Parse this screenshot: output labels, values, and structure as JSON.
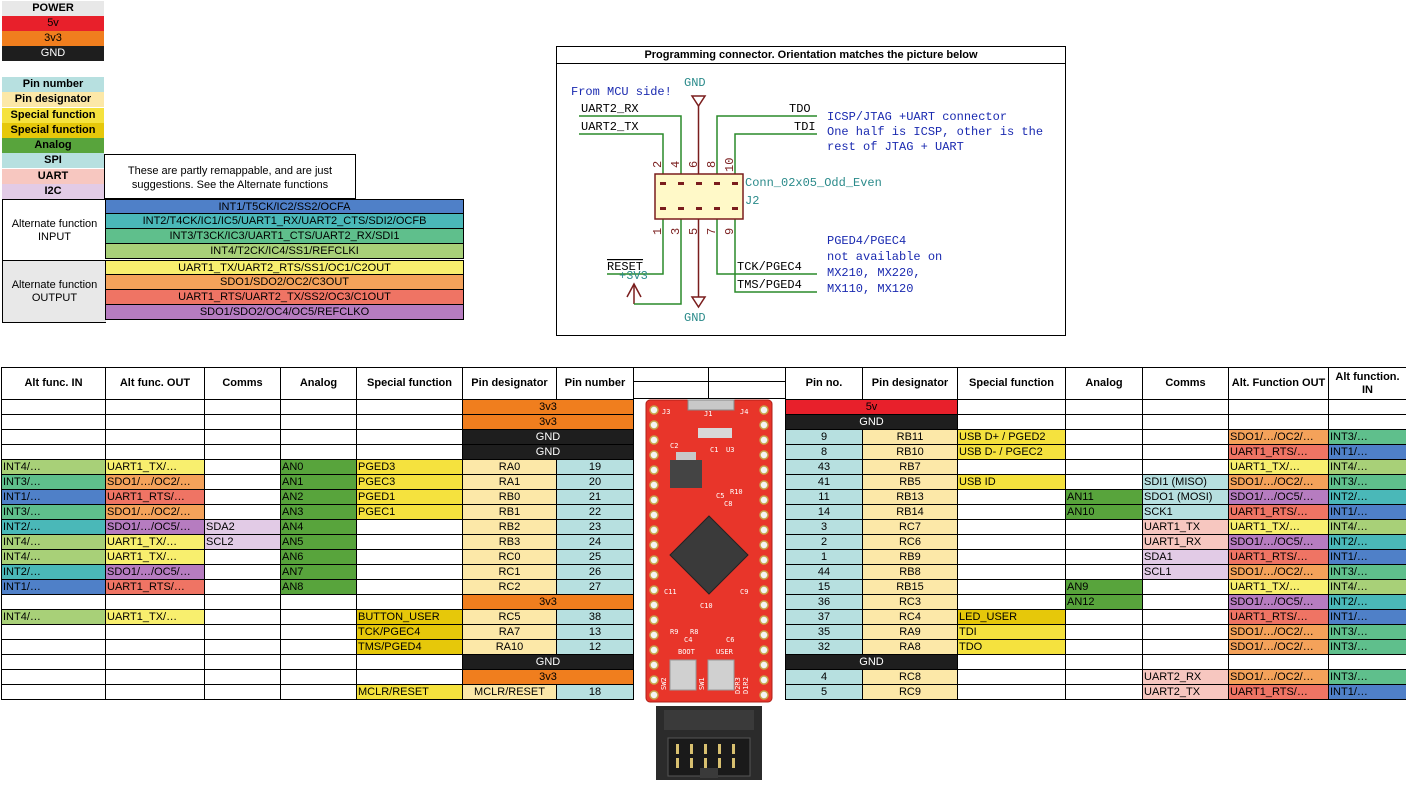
{
  "colors": {
    "power_5v": "#e8202b",
    "power_3v3": "#f07e1e",
    "gnd": "#1e1e1e",
    "pin_number": "#b7e0e0",
    "pin_designator": "#fce8a8",
    "special_function": "#f5e23e",
    "special_function2": "#e6c80a",
    "analog": "#58a43c",
    "spi": "#b7e0e0",
    "uart": "#f7c7c0",
    "i2c": "#e2cbe6",
    "in1": "#4f80c8",
    "in2": "#4ab8b8",
    "in3": "#5fbf8c",
    "in4": "#a8d078",
    "out1": "#f8ef6e",
    "out2": "#f4a25a",
    "out3": "#ef7464",
    "out4": "#b67cc0"
  },
  "legend": {
    "power_title": "POWER",
    "power": [
      "5v",
      "3v3",
      "GND"
    ],
    "types": [
      "Pin number",
      "Pin designator",
      "Special function",
      "Special function",
      "Analog",
      "SPI",
      "UART",
      "I2C"
    ],
    "note": "These are partly remappable, and are just suggestions. See the Alternate functions",
    "alt_in_label": "Alternate function INPUT",
    "alt_in": [
      "INT1/T5CK/IC2/SS2/OCFA",
      "INT2/T4CK/IC1/IC5/UART1_RX/UART2_CTS/SDI2/OCFB",
      "INT3/T3CK/IC3/UART1_CTS/UART2_RX/SDI1",
      "INT4/T2CK/IC4/SS1/REFCLKI"
    ],
    "alt_out_label": "Alternate function OUTPUT",
    "alt_out": [
      "UART1_TX/UART2_RTS/SS1/OC1/C2OUT",
      "SDO1/SDO2/OC2/C3OUT",
      "UART1_RTS/UART2_TX/SS2/OC3/C1OUT",
      "SDO1/SDO2/OC4/OC5/REFCLKO"
    ]
  },
  "programming": {
    "title": "Programming connector. Orientation matches the picture below",
    "from_mcu": "From MCU side!",
    "gnd_top": "GND",
    "gnd_bottom": "GND",
    "uart2_rx": "UART2_RX",
    "uart2_tx": "UART2_TX",
    "tdo": "TDO",
    "tdi": "TDI",
    "reset": "RESET",
    "v33": "+3V3",
    "tck": "TCK/PGEC4",
    "tms": "TMS/PGED4",
    "part": "Conn_02x05_Odd_Even",
    "ref": "J2",
    "desc": [
      "ICSP/JTAG +UART connector",
      "One half is ICSP, other is the",
      "rest of JTAG + UART"
    ],
    "note": [
      "PGED4/PGEC4",
      "not available on",
      "MX210, MX220,",
      "MX110, MX120"
    ],
    "pins_top": [
      "2",
      "4",
      "6",
      "8",
      "10"
    ],
    "pins_bottom": [
      "1",
      "3",
      "5",
      "7",
      "9"
    ]
  },
  "left_headers": [
    "Alt func. IN",
    "Alt func. OUT",
    "Comms",
    "Analog",
    "Special function",
    "Pin designator",
    "Pin number"
  ],
  "right_headers": [
    "Pin no.",
    "Pin designator",
    "Special function",
    "Analog",
    "Comms",
    "Alt. Function OUT",
    "Alt function. IN"
  ],
  "left_rows": [
    {
      "span": "3v3",
      "spanc": "power_3v3"
    },
    {
      "span": "3v3",
      "spanc": "power_3v3"
    },
    {
      "span": "GND",
      "spanc": "gnd"
    },
    {
      "span": "GND",
      "spanc": "gnd"
    },
    {
      "in": "INT4/…",
      "inc": "in4",
      "out": "UART1_TX/…",
      "outc": "out1",
      "comms": "",
      "an": "AN0",
      "sf": "PGED3",
      "pd": "RA0",
      "pn": "19"
    },
    {
      "in": "INT3/…",
      "inc": "in3",
      "out": "SDO1/…/OC2/…",
      "outc": "out2",
      "comms": "",
      "an": "AN1",
      "sf": "PGEC3",
      "pd": "RA1",
      "pn": "20"
    },
    {
      "in": "INT1/…",
      "inc": "in1",
      "out": "UART1_RTS/…",
      "outc": "out3",
      "comms": "",
      "an": "AN2",
      "sf": "PGED1",
      "pd": "RB0",
      "pn": "21"
    },
    {
      "in": "INT3/…",
      "inc": "in3",
      "out": "SDO1/…/OC2/…",
      "outc": "out2",
      "comms": "",
      "an": "AN3",
      "sf": "PGEC1",
      "pd": "RB1",
      "pn": "22"
    },
    {
      "in": "INT2/…",
      "inc": "in2",
      "out": "SDO1/…/OC5/…",
      "outc": "out4",
      "comms": "SDA2",
      "an": "AN4",
      "sf": "",
      "pd": "RB2",
      "pn": "23"
    },
    {
      "in": "INT4/…",
      "inc": "in4",
      "out": "UART1_TX/…",
      "outc": "out1",
      "comms": "SCL2",
      "an": "AN5",
      "sf": "",
      "pd": "RB3",
      "pn": "24"
    },
    {
      "in": "INT4/…",
      "inc": "in4",
      "out": "UART1_TX/…",
      "outc": "out1",
      "comms": "",
      "an": "AN6",
      "sf": "",
      "pd": "RC0",
      "pn": "25"
    },
    {
      "in": "INT2/…",
      "inc": "in2",
      "out": "SDO1/…/OC5/…",
      "outc": "out4",
      "comms": "",
      "an": "AN7",
      "sf": "",
      "pd": "RC1",
      "pn": "26"
    },
    {
      "in": "INT1/…",
      "inc": "in1",
      "out": "UART1_RTS/…",
      "outc": "out3",
      "comms": "",
      "an": "AN8",
      "sf": "",
      "pd": "RC2",
      "pn": "27"
    },
    {
      "span": "3v3",
      "spanc": "power_3v3"
    },
    {
      "in": "INT4/…",
      "inc": "in4",
      "out": "UART1_TX/…",
      "outc": "out1",
      "comms": "",
      "an": "",
      "sf": "BUTTON_USER",
      "pd": "RC5",
      "pn": "38"
    },
    {
      "in": "",
      "out": "",
      "comms": "",
      "an": "",
      "sf": "TCK/PGEC4",
      "pd": "RA7",
      "pn": "13"
    },
    {
      "in": "",
      "out": "",
      "comms": "",
      "an": "",
      "sf": "TMS/PGED4",
      "pd": "RA10",
      "pn": "12"
    },
    {
      "span": "GND",
      "spanc": "gnd"
    },
    {
      "span": "3v3",
      "spanc": "power_3v3"
    },
    {
      "in": "",
      "out": "",
      "comms": "",
      "an": "",
      "sf": "MCLR/RESET",
      "pd": "MCLR/RESET",
      "pn": "18"
    }
  ],
  "right_rows": [
    {
      "span": "5v",
      "spanc": "power_5v"
    },
    {
      "span": "GND",
      "spanc": "gnd"
    },
    {
      "pn": "9",
      "pd": "RB11",
      "sf": "USB D+ / PGED2",
      "an": "",
      "comms": "",
      "commsc": "",
      "out": "SDO1/…/OC2/…",
      "outc": "out2",
      "in": "INT3/…",
      "inc": "in3"
    },
    {
      "pn": "8",
      "pd": "RB10",
      "sf": "USB D- / PGEC2",
      "an": "",
      "comms": "",
      "commsc": "",
      "out": "UART1_RTS/…",
      "outc": "out3",
      "in": "INT1/…",
      "inc": "in1"
    },
    {
      "pn": "43",
      "pd": "RB7",
      "sf": "",
      "an": "",
      "comms": "",
      "commsc": "",
      "out": "UART1_TX/…",
      "outc": "out1",
      "in": "INT4/…",
      "inc": "in4"
    },
    {
      "pn": "41",
      "pd": "RB5",
      "sf": "USB ID",
      "an": "",
      "comms": "SDI1 (MISO)",
      "commsc": "spi",
      "out": "SDO1/…/OC2/…",
      "outc": "out2",
      "in": "INT3/…",
      "inc": "in3"
    },
    {
      "pn": "11",
      "pd": "RB13",
      "sf": "",
      "an": "AN11",
      "comms": "SDO1 (MOSI)",
      "commsc": "spi",
      "out": "SDO1/…/OC5/…",
      "outc": "out4",
      "in": "INT2/…",
      "inc": "in2"
    },
    {
      "pn": "14",
      "pd": "RB14",
      "sf": "",
      "an": "AN10",
      "comms": "SCK1",
      "commsc": "spi",
      "out": "UART1_RTS/…",
      "outc": "out3",
      "in": "INT1/…",
      "inc": "in1"
    },
    {
      "pn": "3",
      "pd": "RC7",
      "sf": "",
      "an": "",
      "comms": "UART1_TX",
      "commsc": "uart",
      "out": "UART1_TX/…",
      "outc": "out1",
      "in": "INT4/…",
      "inc": "in4"
    },
    {
      "pn": "2",
      "pd": "RC6",
      "sf": "",
      "an": "",
      "comms": "UART1_RX",
      "commsc": "uart",
      "out": "SDO1/…/OC5/…",
      "outc": "out4",
      "in": "INT2/…",
      "inc": "in2"
    },
    {
      "pn": "1",
      "pd": "RB9",
      "sf": "",
      "an": "",
      "comms": "SDA1",
      "commsc": "i2c",
      "out": "UART1_RTS/…",
      "outc": "out3",
      "in": "INT1/…",
      "inc": "in1"
    },
    {
      "pn": "44",
      "pd": "RB8",
      "sf": "",
      "an": "",
      "comms": "SCL1",
      "commsc": "i2c",
      "out": "SDO1/…/OC2/…",
      "outc": "out2",
      "in": "INT3/…",
      "inc": "in3"
    },
    {
      "pn": "15",
      "pd": "RB15",
      "sf": "",
      "an": "AN9",
      "comms": "",
      "commsc": "",
      "out": "UART1_TX/…",
      "outc": "out1",
      "in": "INT4/…",
      "inc": "in4"
    },
    {
      "pn": "36",
      "pd": "RC3",
      "sf": "",
      "an": "AN12",
      "comms": "",
      "commsc": "",
      "out": "SDO1/…/OC5/…",
      "outc": "out4",
      "in": "INT2/…",
      "inc": "in2"
    },
    {
      "pn": "37",
      "pd": "RC4",
      "sf": "LED_USER",
      "an": "",
      "comms": "",
      "commsc": "",
      "out": "UART1_RTS/…",
      "outc": "out3",
      "in": "INT1/…",
      "inc": "in1"
    },
    {
      "pn": "35",
      "pd": "RA9",
      "sf": "TDI",
      "an": "",
      "comms": "",
      "commsc": "",
      "out": "SDO1/…/OC2/…",
      "outc": "out2",
      "in": "INT3/…",
      "inc": "in3"
    },
    {
      "pn": "32",
      "pd": "RA8",
      "sf": "TDO",
      "an": "",
      "comms": "",
      "commsc": "",
      "out": "SDO1/…/OC2/…",
      "outc": "out2",
      "in": "INT3/…",
      "inc": "in3"
    },
    {
      "span": "GND",
      "spanc": "gnd"
    },
    {
      "pn": "4",
      "pd": "RC8",
      "sf": "",
      "an": "",
      "comms": "UART2_RX",
      "commsc": "uart",
      "out": "SDO1/…/OC2/…",
      "outc": "out2",
      "in": "INT3/…",
      "inc": "in3"
    },
    {
      "pn": "5",
      "pd": "RC9",
      "sf": "",
      "an": "",
      "comms": "UART2_TX",
      "commsc": "uart",
      "out": "UART1_RTS/…",
      "outc": "out3",
      "in": "INT1/…",
      "inc": "in1"
    }
  ],
  "board": {
    "labels": [
      "J3",
      "J1",
      "J4",
      "C2",
      "C1",
      "U3",
      "R10",
      "C5",
      "C8",
      "C11",
      "C10",
      "C9",
      "R9",
      "R8",
      "C4",
      "C6",
      "BOOT",
      "USER",
      "SW2",
      "SW1",
      "D2R3",
      "D1R2"
    ]
  }
}
